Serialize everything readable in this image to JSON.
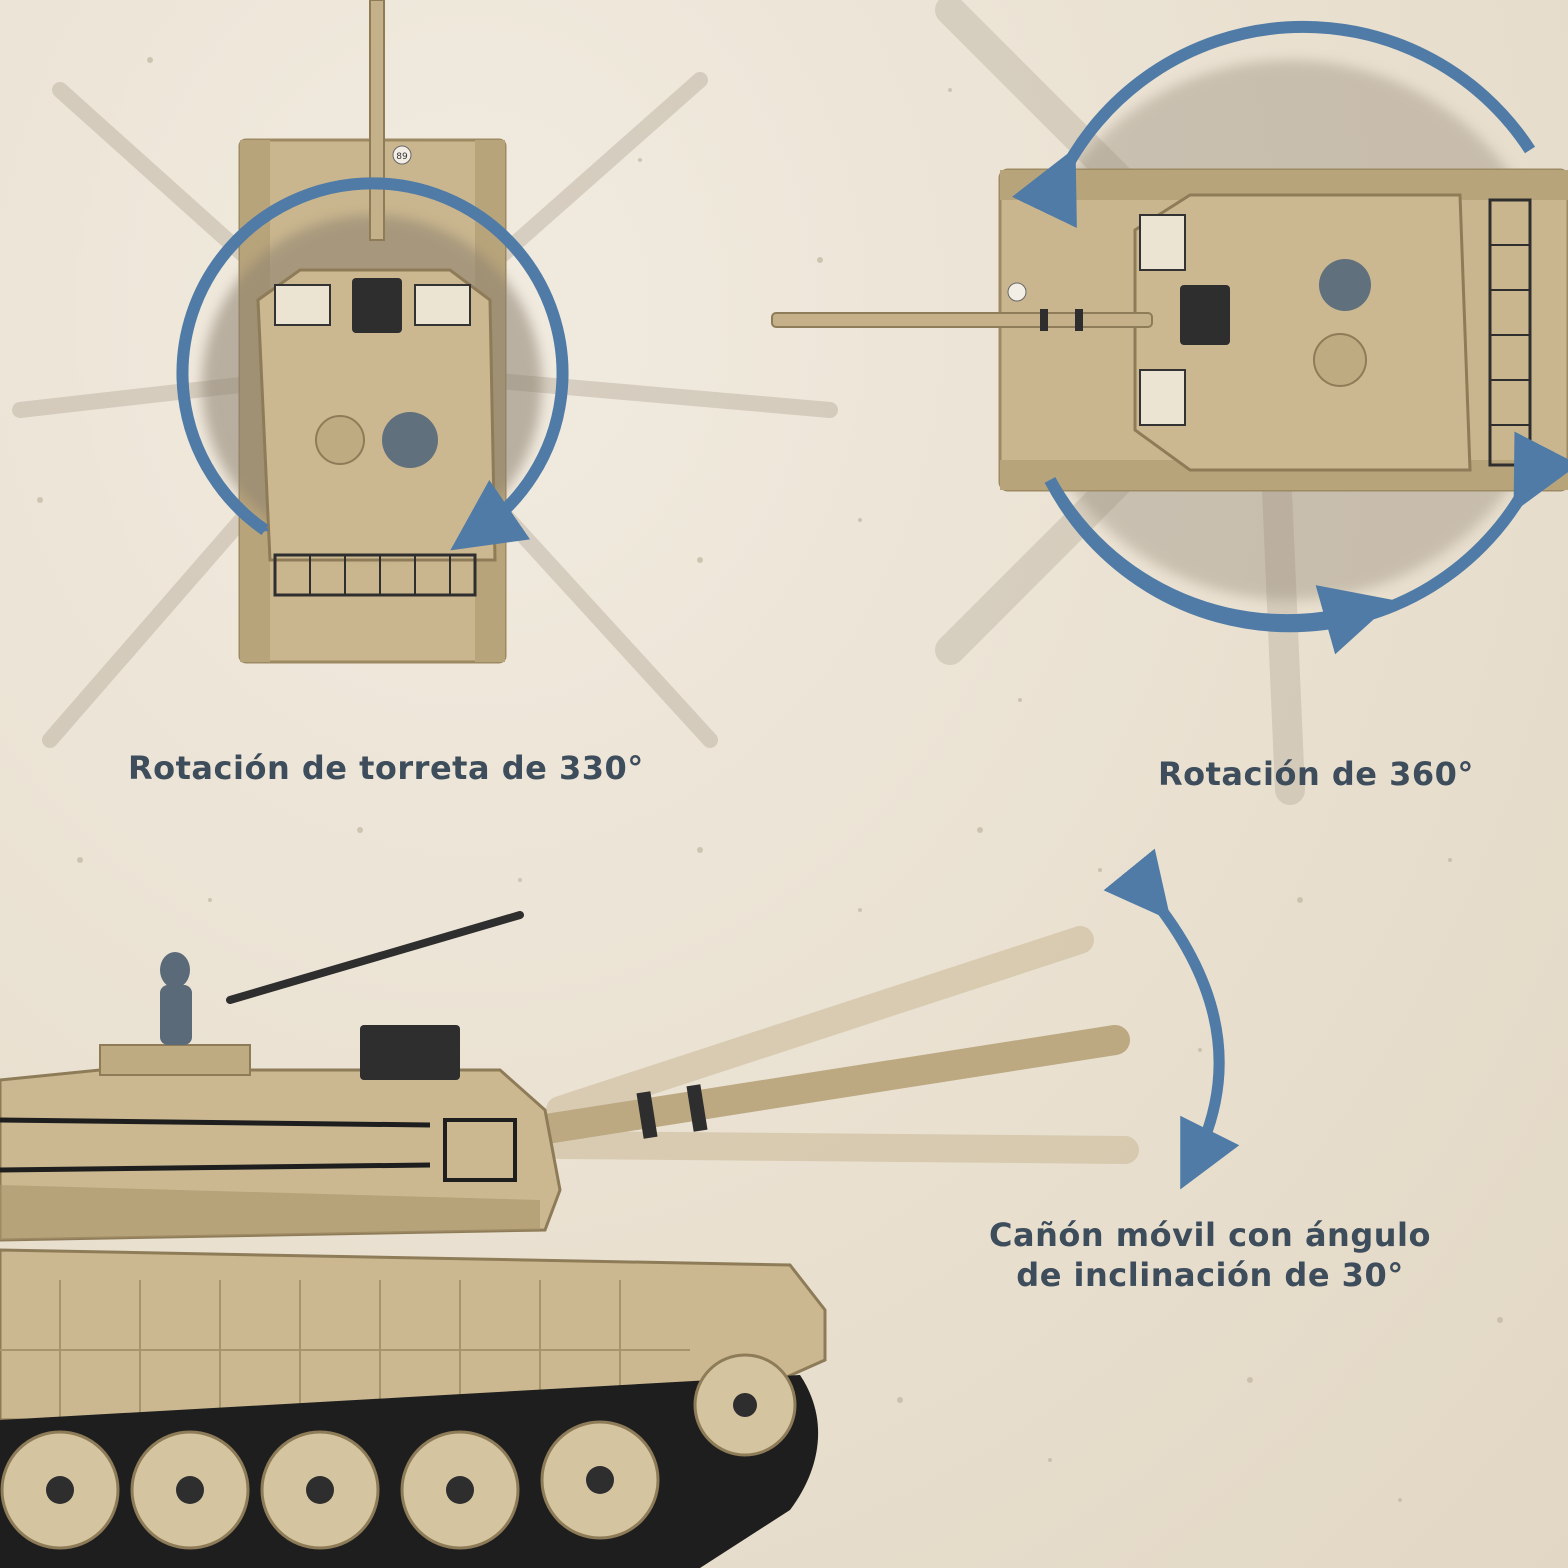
{
  "captions": {
    "turret_rotation": "Rotación de torreta de 330°",
    "full_rotation": "Rotación de 360°",
    "cannon_tilt_line1": "Cañón móvil con ángulo",
    "cannon_tilt_line2": "de inclinación de 30°"
  },
  "hull_number": "89",
  "colors": {
    "sand": "#e9e0d0",
    "tank_tan": "#c9b68e",
    "tank_shadow": "#a8946c",
    "arrow_blue": "#4f7ba6",
    "caption_text": "#3e4d5c"
  }
}
